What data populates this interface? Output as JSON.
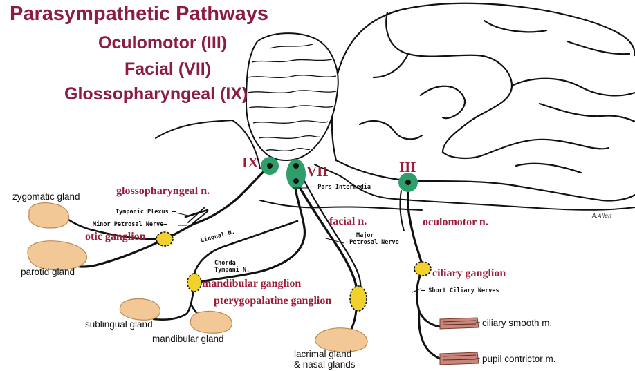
{
  "titles": {
    "main": "Parasympathetic Pathways",
    "oculomotor": "Oculomotor (III)",
    "facial": "Facial (VII)",
    "glosso": "Glossopharyngeal (IX)"
  },
  "nuclei": {
    "ix": "IX",
    "vii": "VII",
    "iii": "III"
  },
  "nerves": {
    "glosso": "glossopharyngeal n.",
    "facial": "facial n.",
    "oculomotor": "oculomotor n."
  },
  "ganglia": {
    "otic": "otic ganglion",
    "mandibular": "mandibular ganglion",
    "pterygopalatine": "pterygopalatine ganglion",
    "ciliary": "ciliary ganglion"
  },
  "small_labels": {
    "pars_intermedia": "Pars Intermedia",
    "tympanic_plexus": "Tympanic Plexus",
    "minor_petrosal": "Minor Petrosal Nerve",
    "lingual": "Lingual N.",
    "chorda_1": "Chorda",
    "chorda_2": "Tympani N.",
    "major_petrosal_1": "Major",
    "major_petrosal_2": "Petrosal Nerve",
    "short_ciliary": "Short Ciliary Nerves"
  },
  "targets": {
    "zygomatic": "zygomatic gland",
    "parotid": "parotid gland",
    "sublingual": "sublingual gland",
    "mandibular": "mandibular gland",
    "lacrimal_1": "lacrimal gland",
    "lacrimal_2": "& nasal glands",
    "ciliary_smooth": "ciliary smooth m.",
    "pupil": "pupil contrictor m."
  },
  "signature": "A.Allen",
  "colors": {
    "title": "#8c1d3f",
    "label": "#9b1b3a",
    "nucleus": "#2e9e6a",
    "ganglion": "#f2d12a",
    "gland": "#f2c896",
    "muscle": "#c9867a"
  }
}
